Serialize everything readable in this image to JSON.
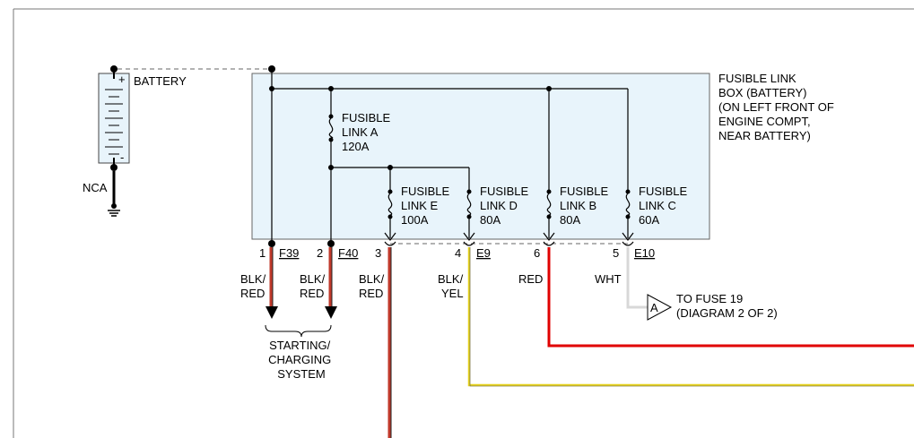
{
  "battery": {
    "label": "BATTERY",
    "plus": "+",
    "minus": "-"
  },
  "nca_label": "NCA",
  "box": {
    "title_lines": [
      "FUSIBLE LINK",
      "BOX (BATTERY)",
      "(ON LEFT FRONT OF",
      "ENGINE COMPT,",
      "NEAR BATTERY)"
    ],
    "fill": "#e8f4fb",
    "stroke": "#666666"
  },
  "fusible_links": [
    {
      "id": "A",
      "lines": [
        "FUSIBLE",
        "LINK A",
        "120A"
      ]
    },
    {
      "id": "E",
      "lines": [
        "FUSIBLE",
        "LINK E",
        "100A"
      ]
    },
    {
      "id": "D",
      "lines": [
        "FUSIBLE",
        "LINK D",
        "80A"
      ]
    },
    {
      "id": "B",
      "lines": [
        "FUSIBLE",
        "LINK B",
        "80A"
      ]
    },
    {
      "id": "C",
      "lines": [
        "FUSIBLE",
        "LINK C",
        "60A"
      ]
    }
  ],
  "pins": [
    {
      "num": "1",
      "connector": "F39"
    },
    {
      "num": "2",
      "connector": "F40"
    },
    {
      "num": "3",
      "connector": ""
    },
    {
      "num": "4",
      "connector": "E9"
    },
    {
      "num": "6",
      "connector": ""
    },
    {
      "num": "5",
      "connector": "E10"
    }
  ],
  "wires": [
    {
      "label": [
        "BLK/",
        "RED"
      ],
      "color": "#c0392b"
    },
    {
      "label": [
        "BLK/",
        "RED"
      ],
      "color": "#c0392b"
    },
    {
      "label": [
        "BLK/",
        "RED"
      ],
      "color": "#c0392b"
    },
    {
      "label": [
        "BLK/",
        "YEL"
      ],
      "color": "#e6d21e"
    },
    {
      "label": [
        "RED"
      ],
      "color": "#e00000"
    },
    {
      "label": [
        "WHT"
      ],
      "color": "#d8d8d8"
    }
  ],
  "starting_system": [
    "STARTING/",
    "CHARGING",
    "SYSTEM"
  ],
  "connector_ref": {
    "letter": "A",
    "lines": [
      "TO FUSE 19",
      "(DIAGRAM 2 OF 2)"
    ]
  }
}
